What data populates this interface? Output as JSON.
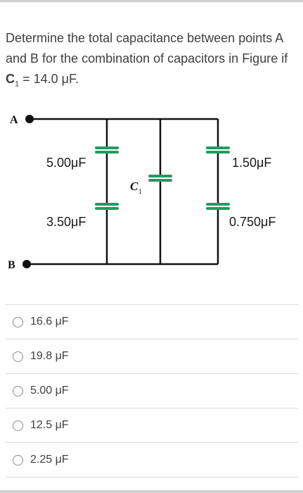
{
  "question": {
    "prefix": "Determine the total capacitance between points A and B for the combination of capacitors in Figure if ",
    "c_symbol": "C",
    "c_subscript": "1",
    "suffix": " = 14.0 μF."
  },
  "figure": {
    "point_a": "A",
    "point_b": "B",
    "c1_label": "C",
    "c1_sub": "1",
    "cap_top_left": "5.00μF",
    "cap_bottom_left": "3.50μF",
    "cap_top_right": "1.50μF",
    "cap_bottom_right": "0.750μF"
  },
  "answers": [
    {
      "label": "16.6 μF"
    },
    {
      "label": "19.8 μF"
    },
    {
      "label": "5.00 μF"
    },
    {
      "label": "12.5 μF"
    },
    {
      "label": "2.25 μF"
    }
  ],
  "colors": {
    "capacitor": "#1e9c63",
    "wire": "#111111",
    "text": "#3f3f3f"
  }
}
